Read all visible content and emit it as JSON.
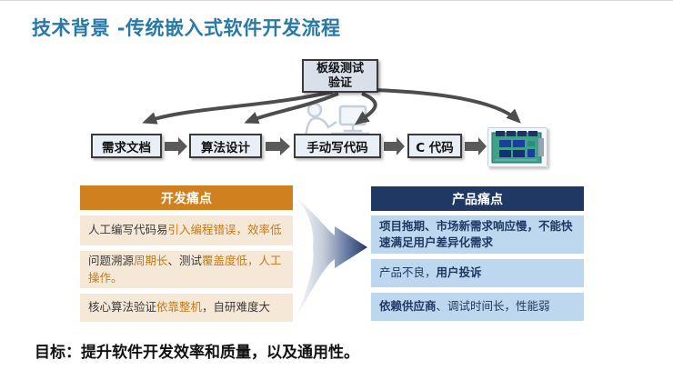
{
  "title": "技术背景 -传统嵌入式软件开发流程",
  "flow": {
    "test_box_line1": "板级测试",
    "test_box_line2": "验证",
    "steps": [
      "需求文档",
      "算法设计",
      "手动写代码",
      "C 代码"
    ],
    "board_image_label": "嵌入式电路板图片"
  },
  "dev_pain": {
    "header": "开发痛点",
    "rows": [
      {
        "segments": [
          {
            "text": "人工编写代码易",
            "style": "dark"
          },
          {
            "text": "引入编程错误，效率低",
            "style": "orange"
          }
        ]
      },
      {
        "segments": [
          {
            "text": "问题溯源",
            "style": "dark"
          },
          {
            "text": "周期长",
            "style": "orange"
          },
          {
            "text": "、测试",
            "style": "dark"
          },
          {
            "text": "覆盖度低，人工操作。",
            "style": "orange"
          }
        ]
      },
      {
        "segments": [
          {
            "text": "核心算法验证",
            "style": "dark"
          },
          {
            "text": "依靠整机",
            "style": "orange"
          },
          {
            "text": "，自研难度大",
            "style": "dark"
          }
        ]
      }
    ]
  },
  "product_pain": {
    "header": "产品痛点",
    "rows": [
      {
        "segments": [
          {
            "text": "项目拖期、市场新需求响应慢，不能快速满足用户差异化需求",
            "style": "bold"
          }
        ]
      },
      {
        "segments": [
          {
            "text": "产品不良，",
            "style": "normal"
          },
          {
            "text": "用户投诉",
            "style": "bold"
          }
        ]
      },
      {
        "segments": [
          {
            "text": "依赖供应商",
            "style": "bold"
          },
          {
            "text": "、调试时间长，性能弱",
            "style": "normal"
          }
        ]
      }
    ]
  },
  "goal": "目标：提升软件开发效率和质量，以及通用性。",
  "colors": {
    "title": "#2878A8",
    "dev_header_bg": "#D0801F",
    "dev_row_bg": "#F6E8D6",
    "dev_text_dark": "#3B3B3B",
    "dev_text_orange": "#BF7B1E",
    "product_header_bg": "#1F3864",
    "product_row_bg": "#BDD7EE",
    "product_text": "#1F3864",
    "arrow_gray": "#4D4D4D",
    "goal_text": "#111111"
  }
}
